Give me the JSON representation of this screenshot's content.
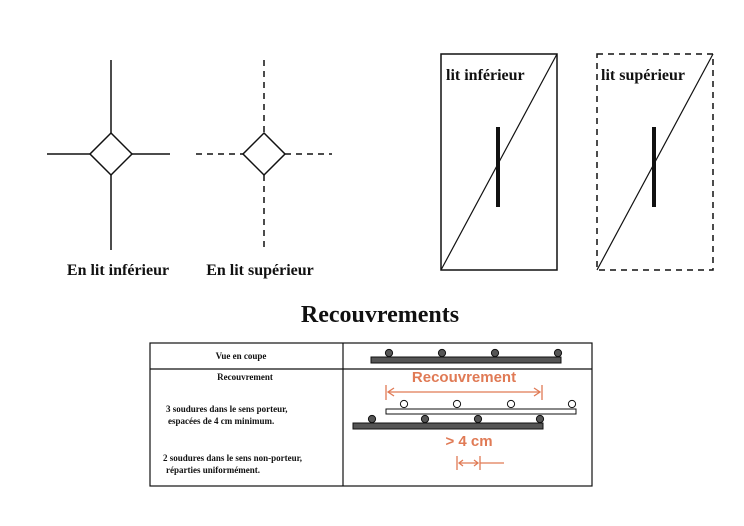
{
  "symbols": {
    "bottom_bed_caption": "En lit inférieur",
    "top_bed_caption": "En lit supérieur"
  },
  "panels": {
    "bottom_label": "lit inférieur",
    "top_label": "lit supérieur"
  },
  "section": {
    "title": "Recouvrements"
  },
  "table": {
    "row1_label": "Vue en coupe",
    "row2_heading": "Recouvrement",
    "note1_line1": "3 soudures dans le sens porteur,",
    "note1_line2": "espacées de 4 cm minimum.",
    "note2_line1": "2 soudures dans le sens non-porteur,",
    "note2_line2": "réparties uniformément.",
    "overlap_label": "Recouvrement",
    "spacing_label": "> 4 cm"
  },
  "colors": {
    "line": "#111111",
    "bar_fill": "#555555",
    "accent": "#e07a55"
  }
}
